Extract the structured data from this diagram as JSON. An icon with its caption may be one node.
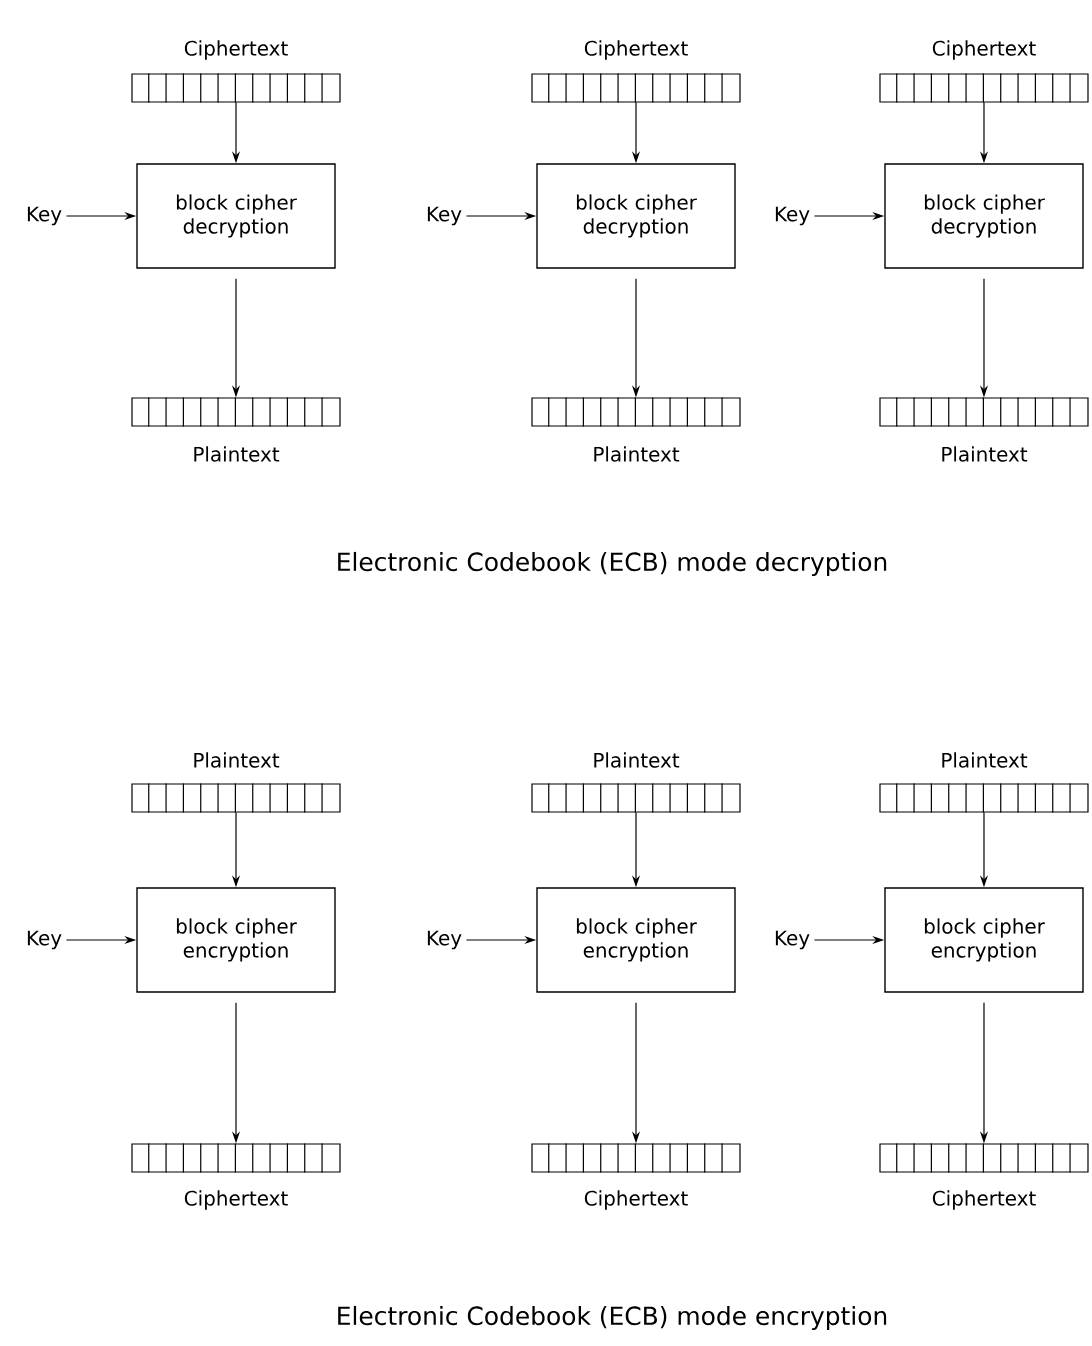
{
  "diagram": {
    "nodes": [
      {
        "text": [
          "Key"
        ]
      },
      {
        "text": [],
        "shape": "bar",
        "beside": [
          "Ciphertext"
        ]
      },
      {
        "text": [
          "block cipher decryption"
        ]
      },
      {
        "text": [],
        "shape": "bar",
        "beside": [
          "Plaintext"
        ]
      },
      {
        "text": [
          "Key"
        ]
      },
      {
        "text": [],
        "shape": "bar",
        "beside": [
          "Ciphertext"
        ]
      },
      {
        "text": [
          "block cipher decryption"
        ]
      },
      {
        "text": [],
        "shape": "bar",
        "beside": [
          "Plaintext"
        ]
      },
      {
        "text": [
          "Key"
        ]
      },
      {
        "text": [],
        "shape": "bar",
        "beside": [
          "Ciphertext"
        ]
      },
      {
        "text": [
          "block cipher decryption"
        ]
      },
      {
        "text": [],
        "shape": "bar",
        "beside": [
          "Plaintext"
        ]
      },
      {
        "text": [
          "Key"
        ]
      },
      {
        "text": [],
        "shape": "bar",
        "beside": [
          "Plaintext"
        ]
      },
      {
        "text": [
          "block cipher encryption"
        ]
      },
      {
        "text": [],
        "shape": "bar",
        "beside": [
          "Ciphertext"
        ]
      },
      {
        "text": [
          "Key"
        ]
      },
      {
        "text": [],
        "shape": "bar",
        "beside": [
          "Plaintext"
        ]
      },
      {
        "text": [
          "block cipher encryption"
        ]
      },
      {
        "text": [],
        "shape": "bar",
        "beside": [
          "Ciphertext"
        ]
      },
      {
        "text": [
          "Key"
        ]
      },
      {
        "text": [],
        "shape": "bar",
        "beside": [
          "Plaintext"
        ]
      },
      {
        "text": [
          "block cipher encryption"
        ]
      },
      {
        "text": [],
        "shape": "bar",
        "beside": [
          "Ciphertext"
        ]
      }
    ],
    "edges": [
      {
        "from": 0,
        "to": 2,
        "arrow": "to"
      },
      {
        "from": 1,
        "to": 2,
        "arrow": "to"
      },
      {
        "from": 2,
        "to": 3,
        "arrow": "to"
      },
      {
        "from": 4,
        "to": 6,
        "arrow": "to"
      },
      {
        "from": 5,
        "to": 6,
        "arrow": "to"
      },
      {
        "from": 6,
        "to": 7,
        "arrow": "to"
      },
      {
        "from": 8,
        "to": 10,
        "arrow": "to"
      },
      {
        "from": 9,
        "to": 10,
        "arrow": "to"
      },
      {
        "from": 10,
        "to": 11,
        "arrow": "to"
      },
      {
        "from": 12,
        "to": 14,
        "arrow": "to"
      },
      {
        "from": 13,
        "to": 14,
        "arrow": "to"
      },
      {
        "from": 14,
        "to": 15,
        "arrow": "to"
      },
      {
        "from": 16,
        "to": 18,
        "arrow": "to"
      },
      {
        "from": 17,
        "to": 18,
        "arrow": "to"
      },
      {
        "from": 18,
        "to": 19,
        "arrow": "to"
      },
      {
        "from": 20,
        "to": 22,
        "arrow": "to"
      },
      {
        "from": 21,
        "to": 22,
        "arrow": "to"
      },
      {
        "from": 22,
        "to": 23,
        "arrow": "to"
      }
    ],
    "labels": [
      "Electronic Codebook (ECB) mode decryption",
      "Electronic Codebook (ECB) mode encryption"
    ]
  }
}
